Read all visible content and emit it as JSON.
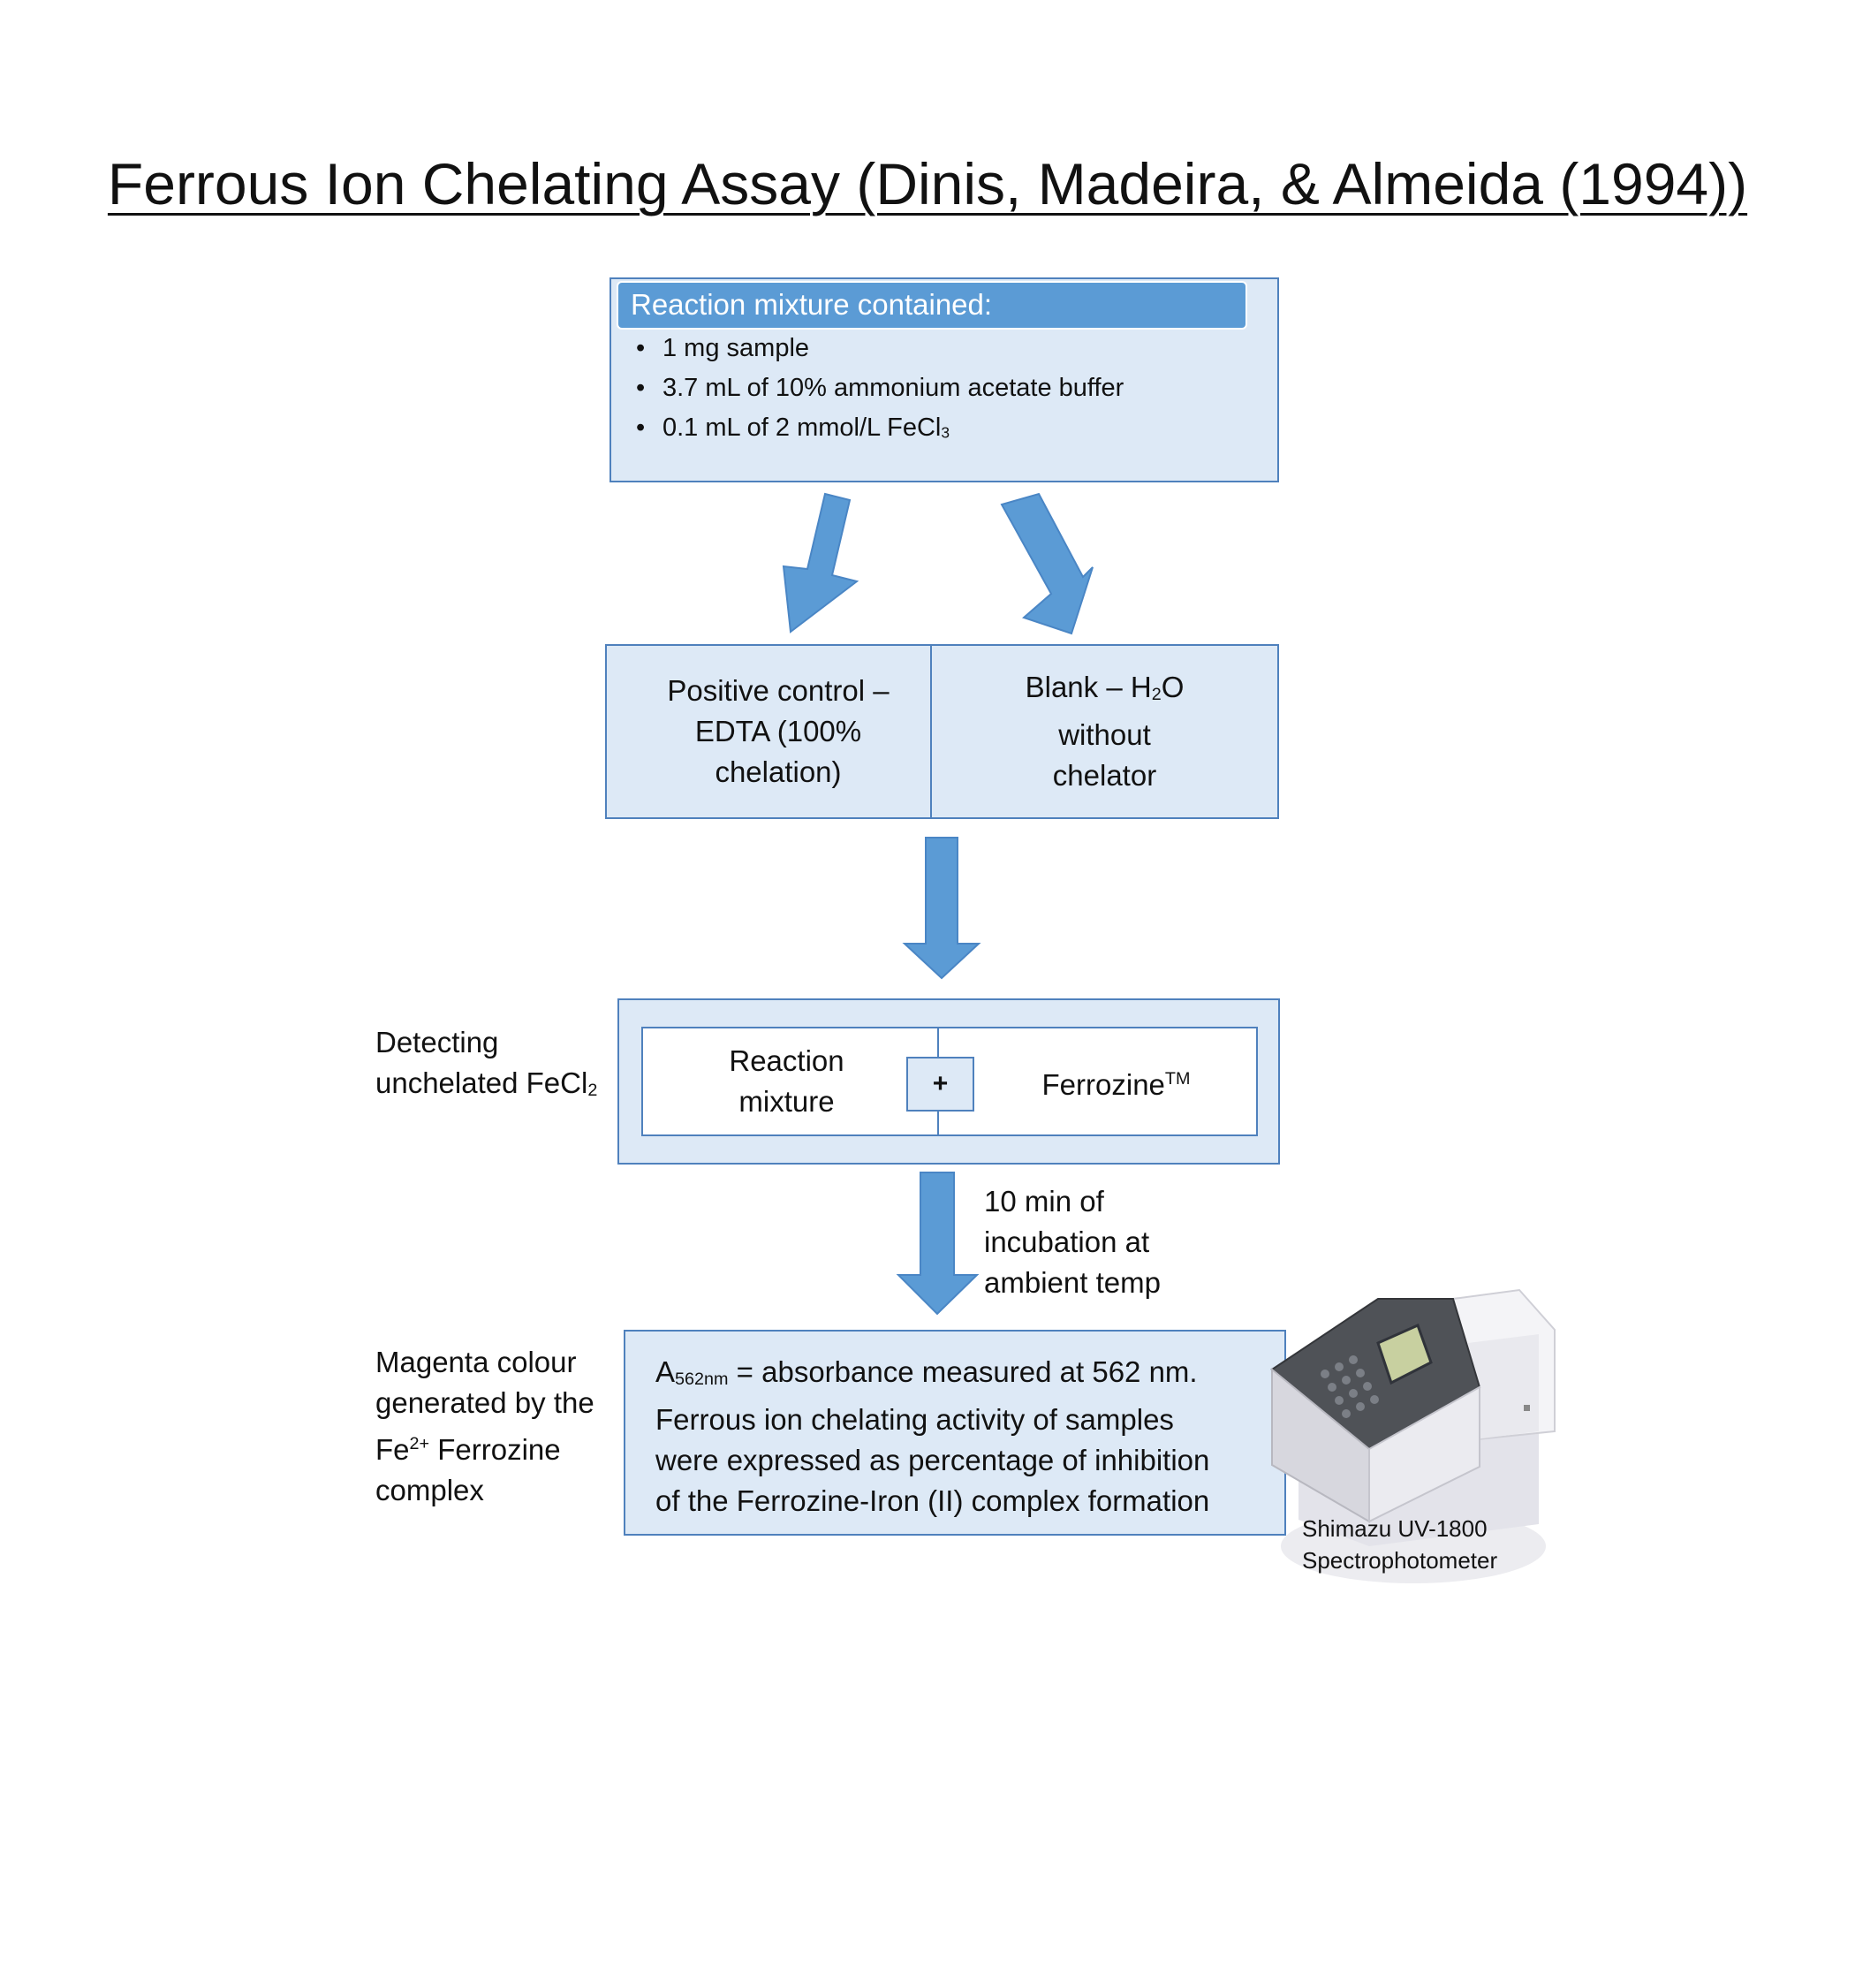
{
  "title": "Ferrous Ion Chelating Assay (Dinis, Madeira, & Almeida (1994))",
  "reaction_box": {
    "header": "Reaction mixture contained:",
    "items": [
      "1 mg sample",
      "3.7 mL of 10% ammonium acetate buffer",
      "0.1 mL of 2 mmol/L FeCl",
      "3"
    ]
  },
  "controls": {
    "positive_line1": "Positive control –",
    "positive_line2": "EDTA (100%",
    "positive_line3": "chelation)",
    "blank_prefix": "Blank – H",
    "blank_sub": "2",
    "blank_suffix": "O",
    "blank_line2": "without",
    "blank_line3": "chelator"
  },
  "detecting": {
    "side_label_line1": "Detecting",
    "side_label_line2": "unchelated FeCl",
    "side_label_sub": "2",
    "left_line1": "Reaction",
    "left_line2": "mixture",
    "plus": "+",
    "right": "Ferrozine",
    "right_sup": "TM"
  },
  "incubation": {
    "line1": "10 min of",
    "line2": "incubation at",
    "line3": "ambient temp"
  },
  "result": {
    "side_line1": "Magenta colour",
    "side_line2": "generated by the",
    "side_line3_prefix": "Fe",
    "side_line3_sup": "2+",
    "side_line3_suffix": " Ferrozine",
    "side_line4": "complex",
    "line1_prefix": "A",
    "line1_sub": "562nm",
    "line1_suffix": " = absorbance measured at 562 nm.",
    "line2": "Ferrous ion chelating activity of samples",
    "line3": "were expressed as percentage of inhibition",
    "line4": "of the Ferrozine-Iron (II) complex formation"
  },
  "instrument": {
    "caption_line1": "Shimazu UV-1800",
    "caption_line2": "Spectrophotometer"
  },
  "colors": {
    "box_fill": "#dde9f6",
    "box_border": "#4f81bd",
    "arrow": "#5b9bd5",
    "header_fill": "#5b9bd5"
  }
}
